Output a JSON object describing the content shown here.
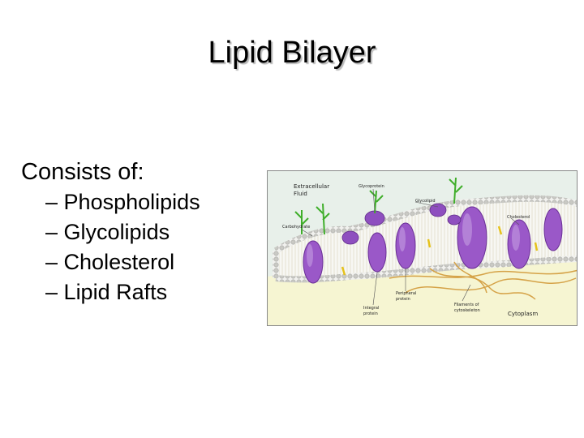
{
  "slide": {
    "title": "Lipid Bilayer",
    "intro": "Consists of:",
    "items": [
      {
        "dash": "–",
        "text": "Phospholipids"
      },
      {
        "dash": "–",
        "text": "Glycolipids"
      },
      {
        "dash": "–",
        "text": "Cholesterol"
      },
      {
        "dash": "–",
        "text": "Lipid Rafts"
      }
    ]
  },
  "diagram": {
    "extracellular_line1": "Extracellular",
    "extracellular_line2": "Fluid",
    "glycoprotein": "Glycoprotein",
    "glycolipid": "Glycolipid",
    "carbohydrate": "Carbohydrate",
    "cholesterol": "Cholesterol",
    "peripheral_line1": "Peripheral",
    "peripheral_line2": "protein",
    "integral_line1": "Integral",
    "integral_line2": "protein",
    "filaments_line1": "Filaments of",
    "filaments_line2": "cytoskeleton",
    "cytoplasm": "Cytoplasm",
    "colors": {
      "protein": "#9a58c8",
      "cytoplasm": "#f6f5d2",
      "extracellular": "#e8f0ea",
      "sugar": "#3fae2a",
      "filament": "#d5a247"
    }
  }
}
